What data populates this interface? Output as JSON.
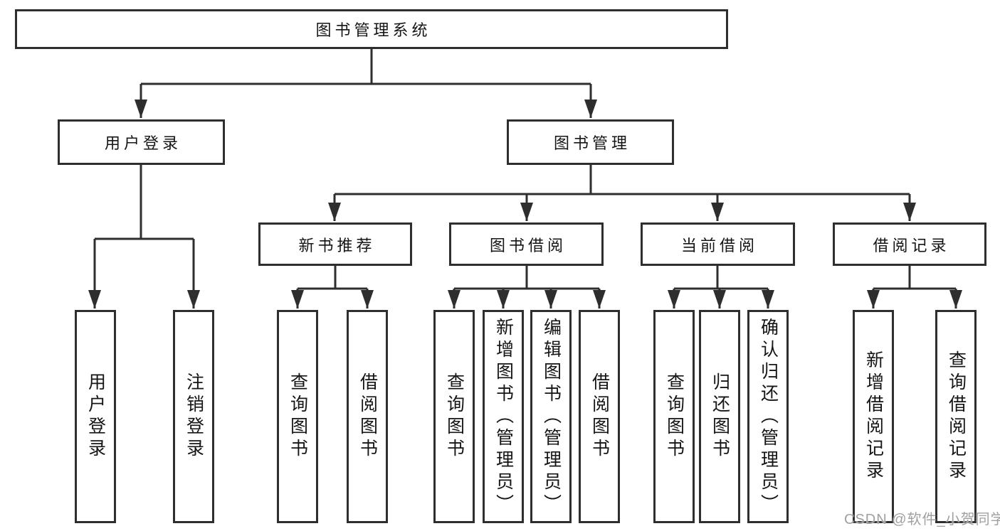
{
  "tree": {
    "root": {
      "label": "图书管理系统"
    },
    "level2": [
      {
        "label": "用户登录"
      },
      {
        "label": "图书管理"
      }
    ],
    "level3": [
      {
        "label": "新书推荐"
      },
      {
        "label": "图书借阅"
      },
      {
        "label": "当前借阅"
      },
      {
        "label": "借阅记录"
      }
    ],
    "leaves": {
      "user_login": [
        "用户登录",
        "注销登录"
      ],
      "new_book_recommend": [
        "查询图书",
        "借阅图书"
      ],
      "book_borrow": [
        "查询图书",
        "新增图书（管理员）",
        "编辑图书（管理员）",
        "借阅图书"
      ],
      "current_borrow": [
        "查询图书",
        "归还图书",
        "确认归还（管理员）"
      ],
      "borrow_records": [
        "新增借阅记录",
        "查询借阅记录"
      ]
    },
    "watermark": "CSDN @软件_小贺同学",
    "colors": {
      "line": "#2e2e2e",
      "text": "#151515",
      "watermark": "#a0a0a0",
      "background": "#ffffff"
    }
  }
}
